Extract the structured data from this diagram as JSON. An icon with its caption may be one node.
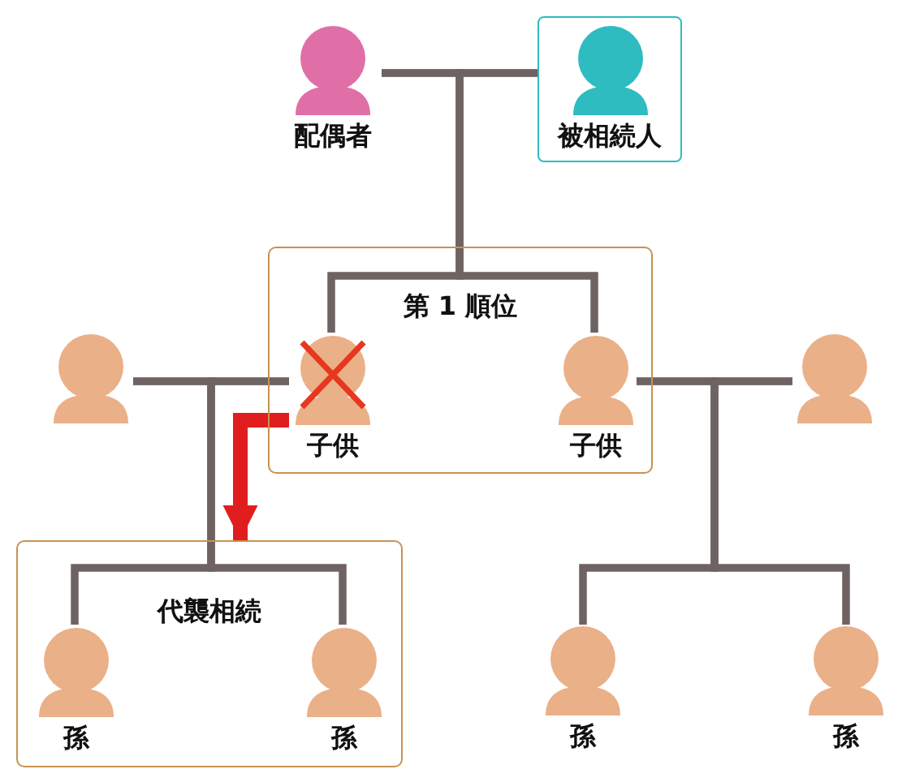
{
  "diagram": {
    "nodes": [
      {
        "text": [
          "配偶者"
        ]
      },
      {
        "text": [
          "被相続人"
        ]
      },
      {
        "text": [
          "第 1 順位"
        ]
      },
      {
        "text": [],
        "shape": "person"
      },
      {
        "text": [
          "子供"
        ],
        "in": 2
      },
      {
        "text": [
          "子供"
        ],
        "in": 2
      },
      {
        "text": [],
        "shape": "person"
      },
      {
        "text": [
          "代襲相続"
        ]
      },
      {
        "text": [
          "孫"
        ],
        "in": 7
      },
      {
        "text": [
          "孫"
        ],
        "in": 7
      },
      {
        "text": [
          "孫"
        ]
      },
      {
        "text": [
          "孫"
        ]
      }
    ],
    "edges": [
      {
        "from": 0,
        "to": 1,
        "arrow": "none"
      },
      {
        "from": 0,
        "to": 4,
        "arrow": "none"
      },
      {
        "from": 0,
        "to": 5,
        "arrow": "none"
      },
      {
        "from": 1,
        "to": 4,
        "arrow": "none"
      },
      {
        "from": 1,
        "to": 5,
        "arrow": "none"
      },
      {
        "from": 3,
        "to": 4,
        "arrow": "none"
      },
      {
        "from": 3,
        "to": 8,
        "arrow": "none"
      },
      {
        "from": 3,
        "to": 9,
        "arrow": "none"
      },
      {
        "from": 4,
        "to": 8,
        "arrow": "none"
      },
      {
        "from": 4,
        "to": 9,
        "arrow": "none"
      },
      {
        "from": 4,
        "to": 7,
        "arrow": "to",
        "style": "thick",
        "color": "#e01e1e"
      },
      {
        "from": 5,
        "to": 6,
        "arrow": "none"
      },
      {
        "from": 5,
        "to": 10,
        "arrow": "none"
      },
      {
        "from": 5,
        "to": 11,
        "arrow": "none"
      },
      {
        "from": 6,
        "to": 10,
        "arrow": "none"
      },
      {
        "from": 6,
        "to": 11,
        "arrow": "none"
      }
    ]
  }
}
